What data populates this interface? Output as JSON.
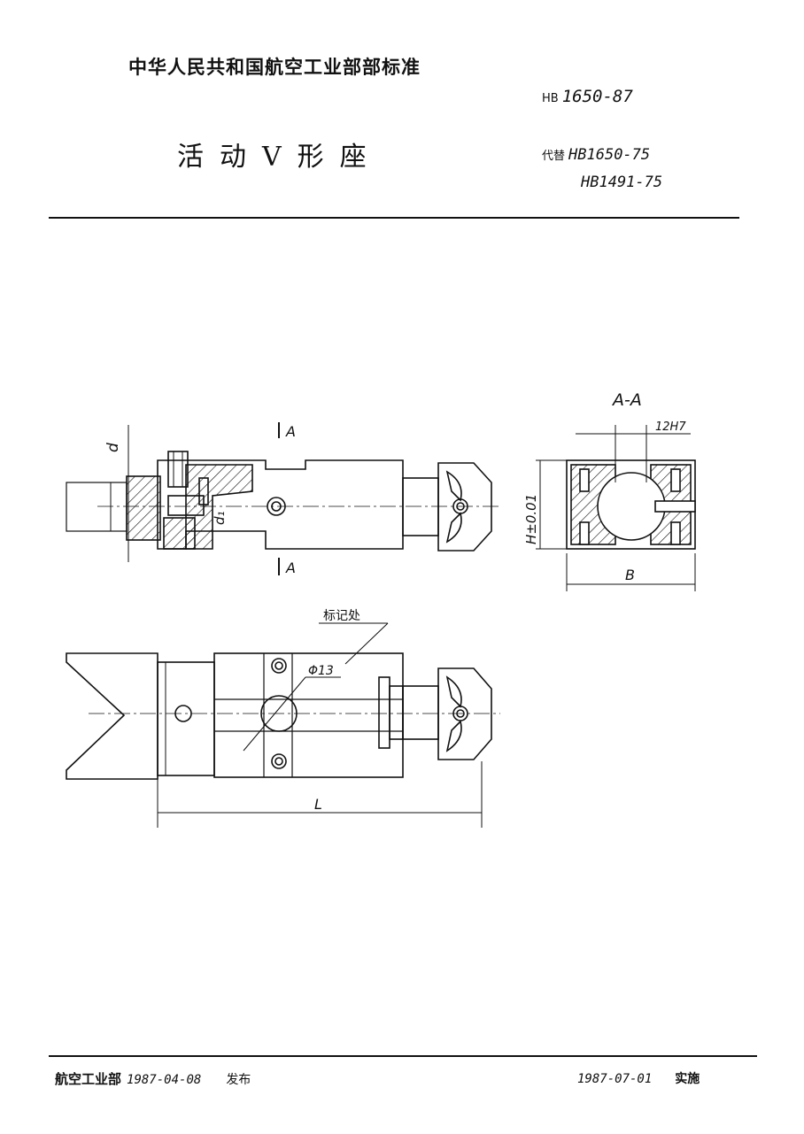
{
  "header": {
    "org": "中华人民共和国航空工业部部标准",
    "std_prefix": "HB",
    "std_number": "1650-87",
    "title": "活动V形座",
    "replaces_label": "代替",
    "replaces_1": "HB1650-75",
    "replaces_2": "HB1491-75"
  },
  "drawing": {
    "section_title": "A-A",
    "section_mark": "A",
    "fit_label": "12H7",
    "height_label": "H±0.01",
    "width_label": "B",
    "dia_label": "d",
    "dia1_label": "d₁",
    "hole_label": "Φ13",
    "marking_label": "标记处",
    "length_label": "L"
  },
  "footer": {
    "issued_by": "航空工业部",
    "issue_date": "1987-04-08",
    "issue_word": "发布",
    "effective_date": "1987-07-01",
    "effective_word": "实施"
  }
}
